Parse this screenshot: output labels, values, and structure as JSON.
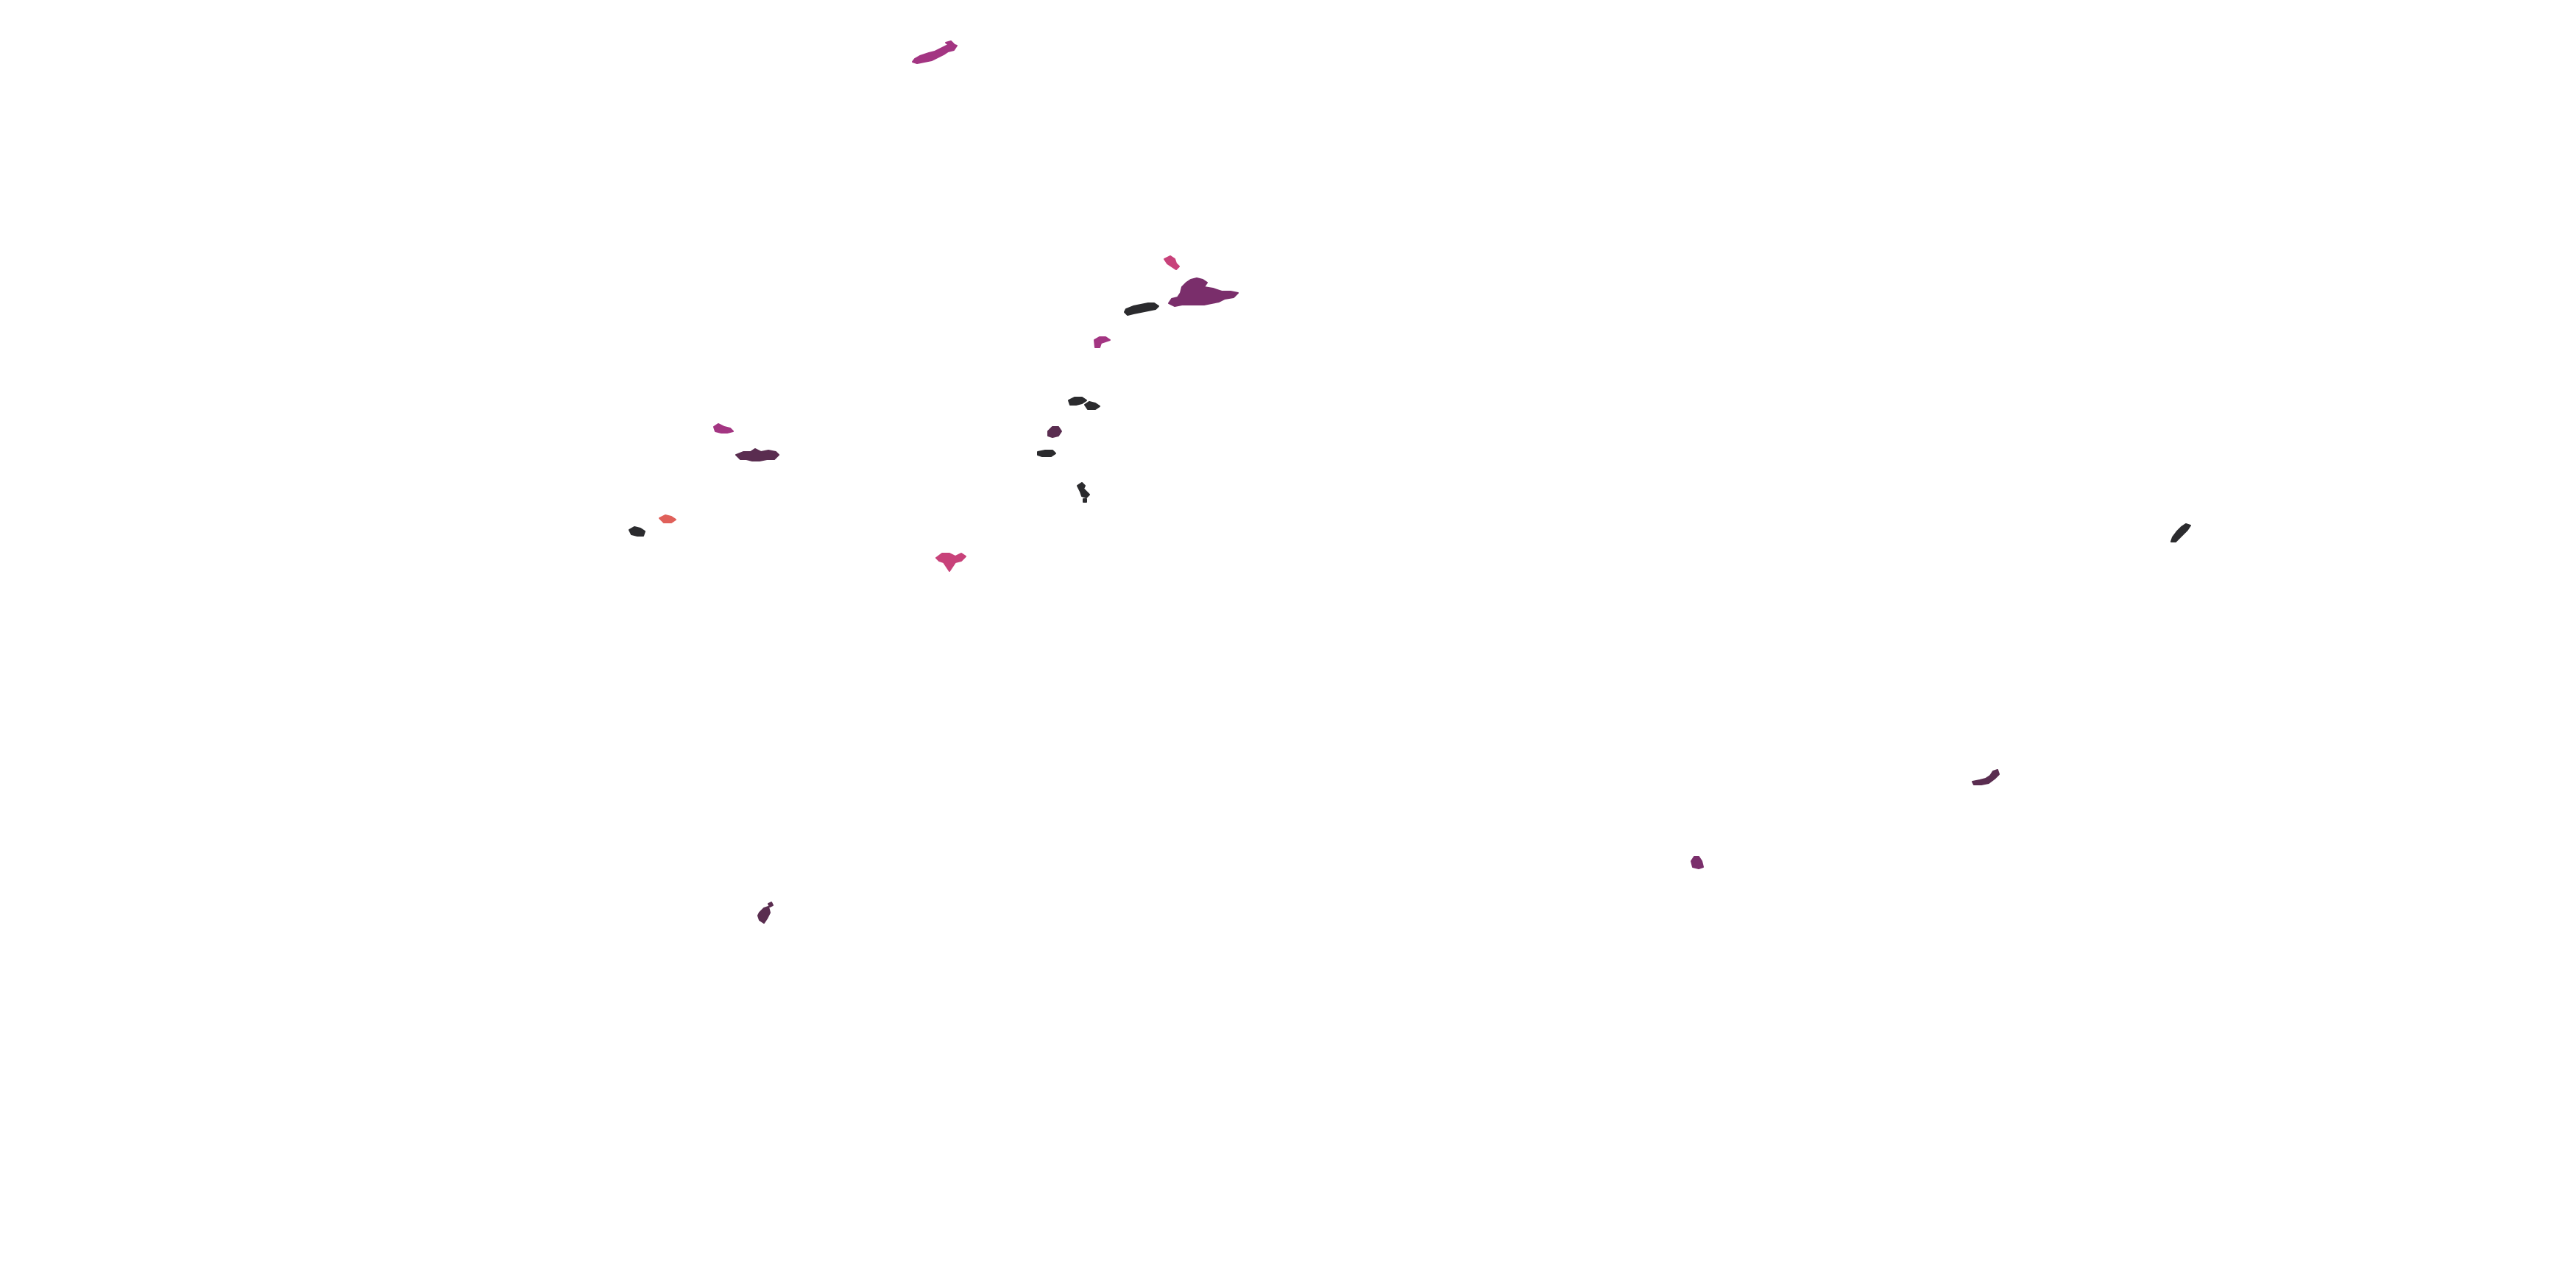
{
  "map": {
    "background": "#ffffff",
    "palette": {
      "dark": "#2b2b2e",
      "plum": "#5a2d50",
      "violet": "#7a2e6b",
      "magenta": "#a33582",
      "pink": "#c8427a",
      "coral": "#e0605a"
    },
    "regions": [
      {
        "id": "r1",
        "fill": "magenta"
      },
      {
        "id": "r2",
        "fill": "pink"
      },
      {
        "id": "r3",
        "fill": "violet"
      },
      {
        "id": "r4",
        "fill": "dark"
      },
      {
        "id": "r5",
        "fill": "magenta"
      },
      {
        "id": "r6",
        "fill": "dark"
      },
      {
        "id": "r7",
        "fill": "plum"
      },
      {
        "id": "r8",
        "fill": "dark"
      },
      {
        "id": "r9",
        "fill": "dark"
      },
      {
        "id": "r10",
        "fill": "magenta"
      },
      {
        "id": "r11",
        "fill": "plum"
      },
      {
        "id": "r12",
        "fill": "dark"
      },
      {
        "id": "r13",
        "fill": "coral"
      },
      {
        "id": "r14",
        "fill": "pink"
      },
      {
        "id": "r15",
        "fill": "dark"
      },
      {
        "id": "r16",
        "fill": "plum"
      },
      {
        "id": "r17",
        "fill": "violet"
      },
      {
        "id": "r18",
        "fill": "plum"
      }
    ]
  }
}
